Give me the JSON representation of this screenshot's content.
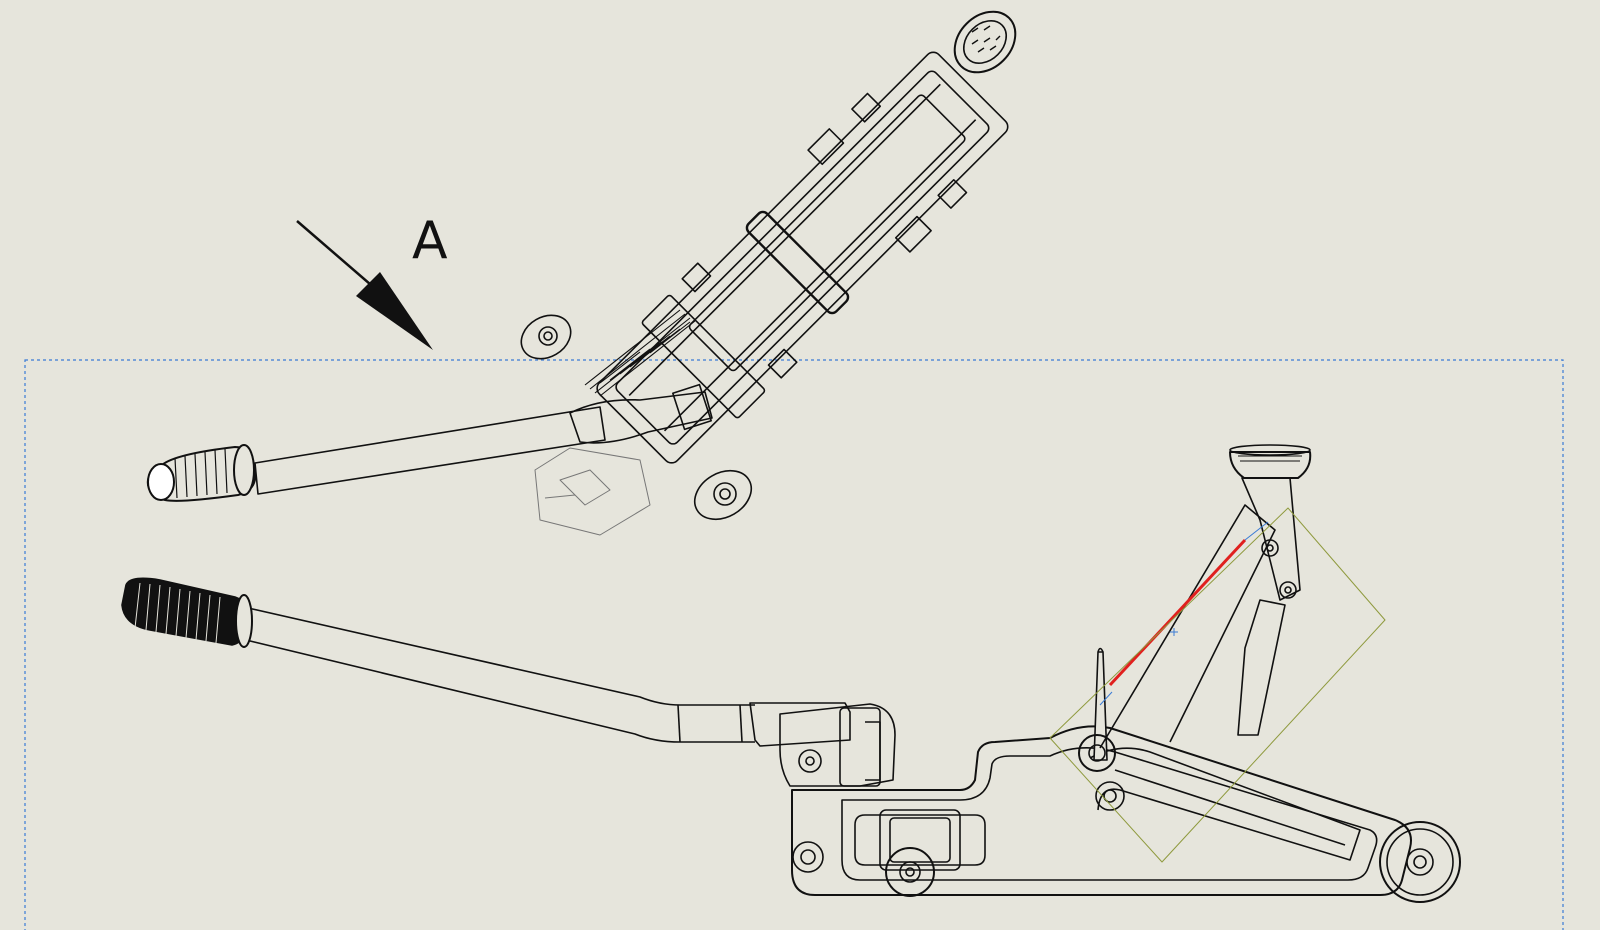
{
  "drawing": {
    "view_arrow_label": "A",
    "colors": {
      "background": "#e6e5dc",
      "line": "#111111",
      "selection_box": "#3a7bd5",
      "highlight_edge": "#e0201e",
      "reference_plane": "#8f9a3e"
    },
    "components": [
      "auxiliary-view-jack",
      "side-view-jack",
      "handle",
      "handle-grip",
      "lift-arm",
      "saddle",
      "chassis",
      "front-wheel",
      "rear-caster",
      "pump-unit",
      "release-lever"
    ]
  }
}
